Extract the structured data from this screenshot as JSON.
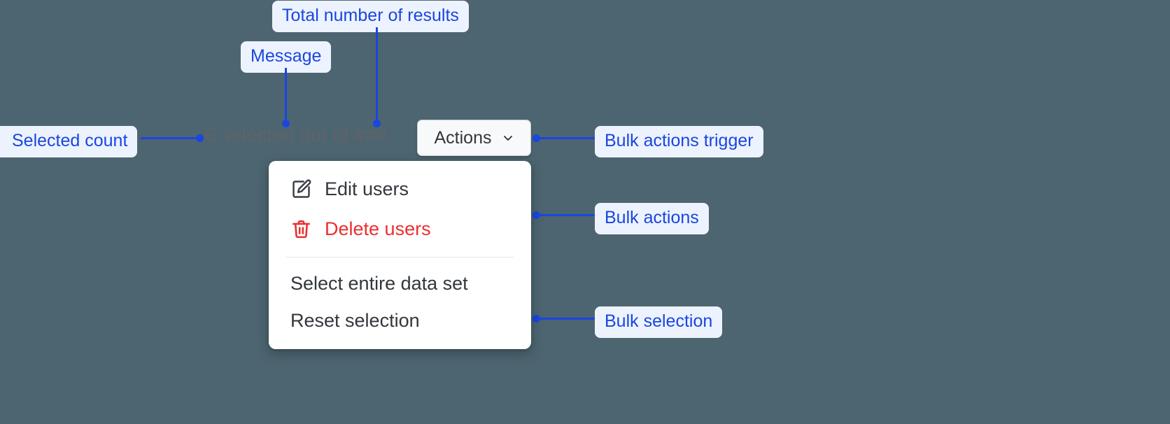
{
  "canvas": {
    "background_color": "#4d6570",
    "annotation_color": "#1a46e0",
    "annotation_bg_color": "#edf3fe"
  },
  "toolbar": {
    "selected_message": "6 selected out of ###",
    "selected_count": "6",
    "total_results": "###",
    "actions_button": {
      "label": "Actions",
      "chevron_icon": "chevron-down-icon"
    }
  },
  "menu": {
    "bulk_actions": [
      {
        "label": "Edit users",
        "icon": "edit-square-pencil-icon",
        "tone": "default"
      },
      {
        "label": "Delete users",
        "icon": "trash-icon",
        "tone": "danger",
        "color": "#ea2f2f"
      }
    ],
    "bulk_selection": [
      {
        "label": "Select entire data set",
        "icon": null,
        "tone": "default"
      },
      {
        "label": "Reset selection",
        "icon": null,
        "tone": "default"
      }
    ]
  },
  "annotations": [
    {
      "id": "total-number-of-results",
      "label": "Total number of results"
    },
    {
      "id": "message",
      "label": "Message"
    },
    {
      "id": "selected-count",
      "label": "Selected count"
    },
    {
      "id": "bulk-actions-trigger",
      "label": "Bulk actions trigger"
    },
    {
      "id": "bulk-actions",
      "label": "Bulk actions"
    },
    {
      "id": "bulk-selection",
      "label": "Bulk selection"
    }
  ]
}
